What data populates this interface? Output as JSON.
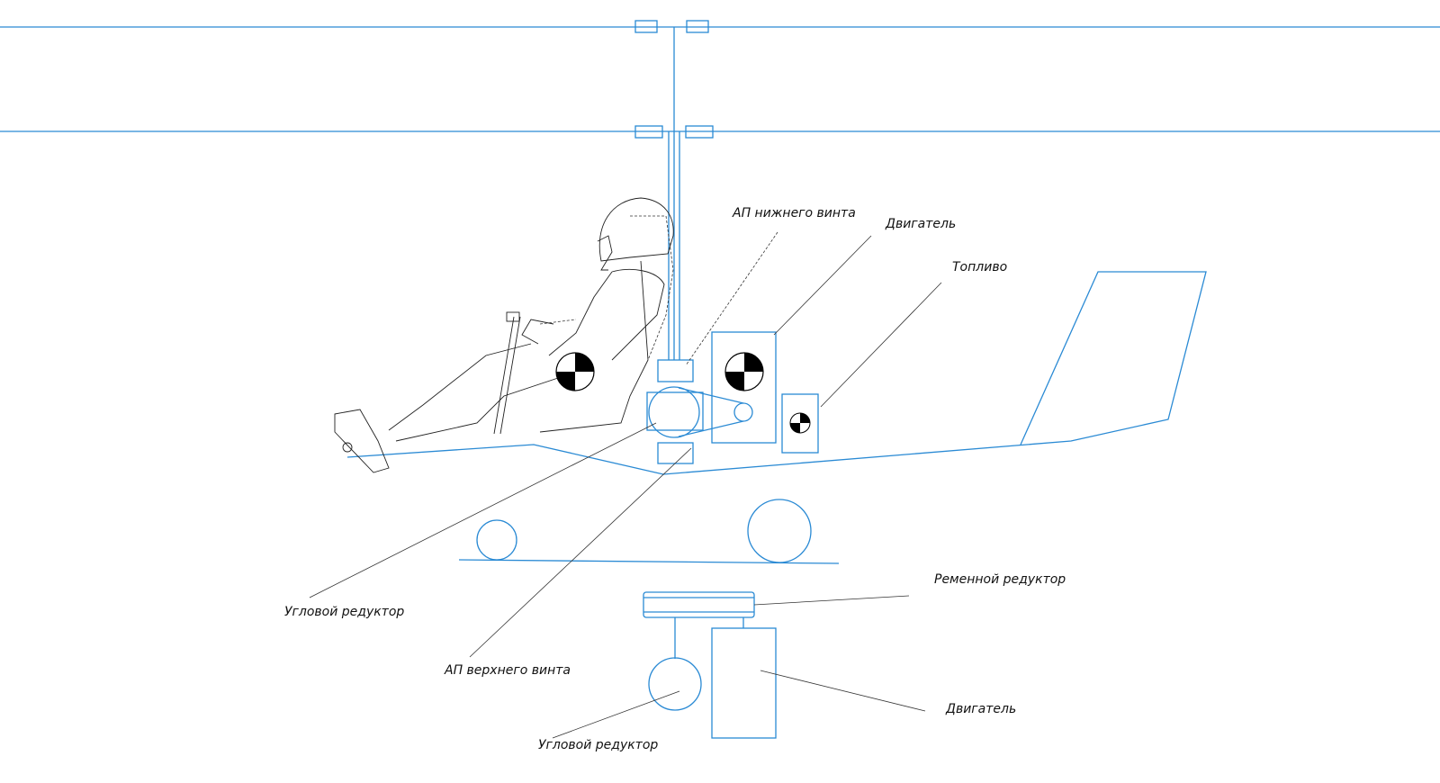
{
  "labels": {
    "ap_lower_rotor": "АП нижнего винта",
    "engine_top": "Двигатель",
    "fuel": "Топливо",
    "belt_reducer": "Ременной редуктор",
    "angle_reducer_left": "Угловой редуктор",
    "ap_upper_rotor": "АП верхнего винта",
    "engine_bottom": "Двигатель",
    "angle_reducer_bottom": "Угловой редуктор"
  },
  "colors": {
    "structure": "#2a8ad4",
    "pilot": "#222222",
    "leader": "#333333"
  }
}
